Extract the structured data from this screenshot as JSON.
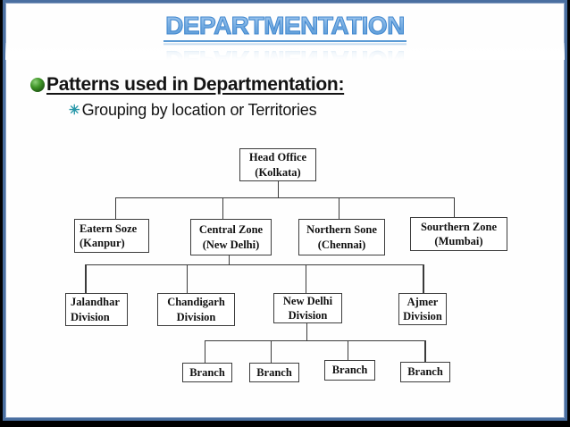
{
  "slide": {
    "title": "DEPARTMENTATION",
    "bullets": [
      {
        "icon": "green-sphere-bullet-icon",
        "text": "Patterns used in Departmentation:"
      },
      {
        "icon": "teal-star-bullet-icon",
        "text": "Grouping by location or Territories"
      }
    ]
  },
  "icons": {
    "star_bullet_glyph": "✳"
  },
  "org_chart": {
    "root": {
      "label": "Head Office",
      "sub": "(Kolkata)"
    },
    "zones": [
      {
        "label": "Eatern Soze",
        "sub": "(Kanpur)"
      },
      {
        "label": "Central Zone",
        "sub": "(New Delhi)"
      },
      {
        "label": "Northern Sone",
        "sub": "(Chennai)"
      },
      {
        "label": "Sourthern Zone",
        "sub": "(Mumbai)"
      }
    ],
    "divisions": [
      {
        "label": "Jalandhar",
        "sub": "Division"
      },
      {
        "label": "Chandigarh",
        "sub": "Division"
      },
      {
        "label": "New Delhi",
        "sub": "Division"
      },
      {
        "label": "Ajmer",
        "sub": "Division"
      }
    ],
    "branches": [
      {
        "label": "Branch"
      },
      {
        "label": "Branch"
      },
      {
        "label": "Branch"
      },
      {
        "label": "Branch"
      }
    ]
  },
  "colors": {
    "slide_border": "#4a6fa0",
    "title_fill_top": "#a9cdf0",
    "title_fill_bottom": "#5b9bd5",
    "title_outline": "#4288cf",
    "bullet1_icon_green": "#2e7d1f",
    "bullet2_icon_teal": "#2596a8",
    "box_border": "#3c3c3c",
    "connector": "#3b3b3b",
    "background": "#000000",
    "slide_background": "#fefefe"
  }
}
